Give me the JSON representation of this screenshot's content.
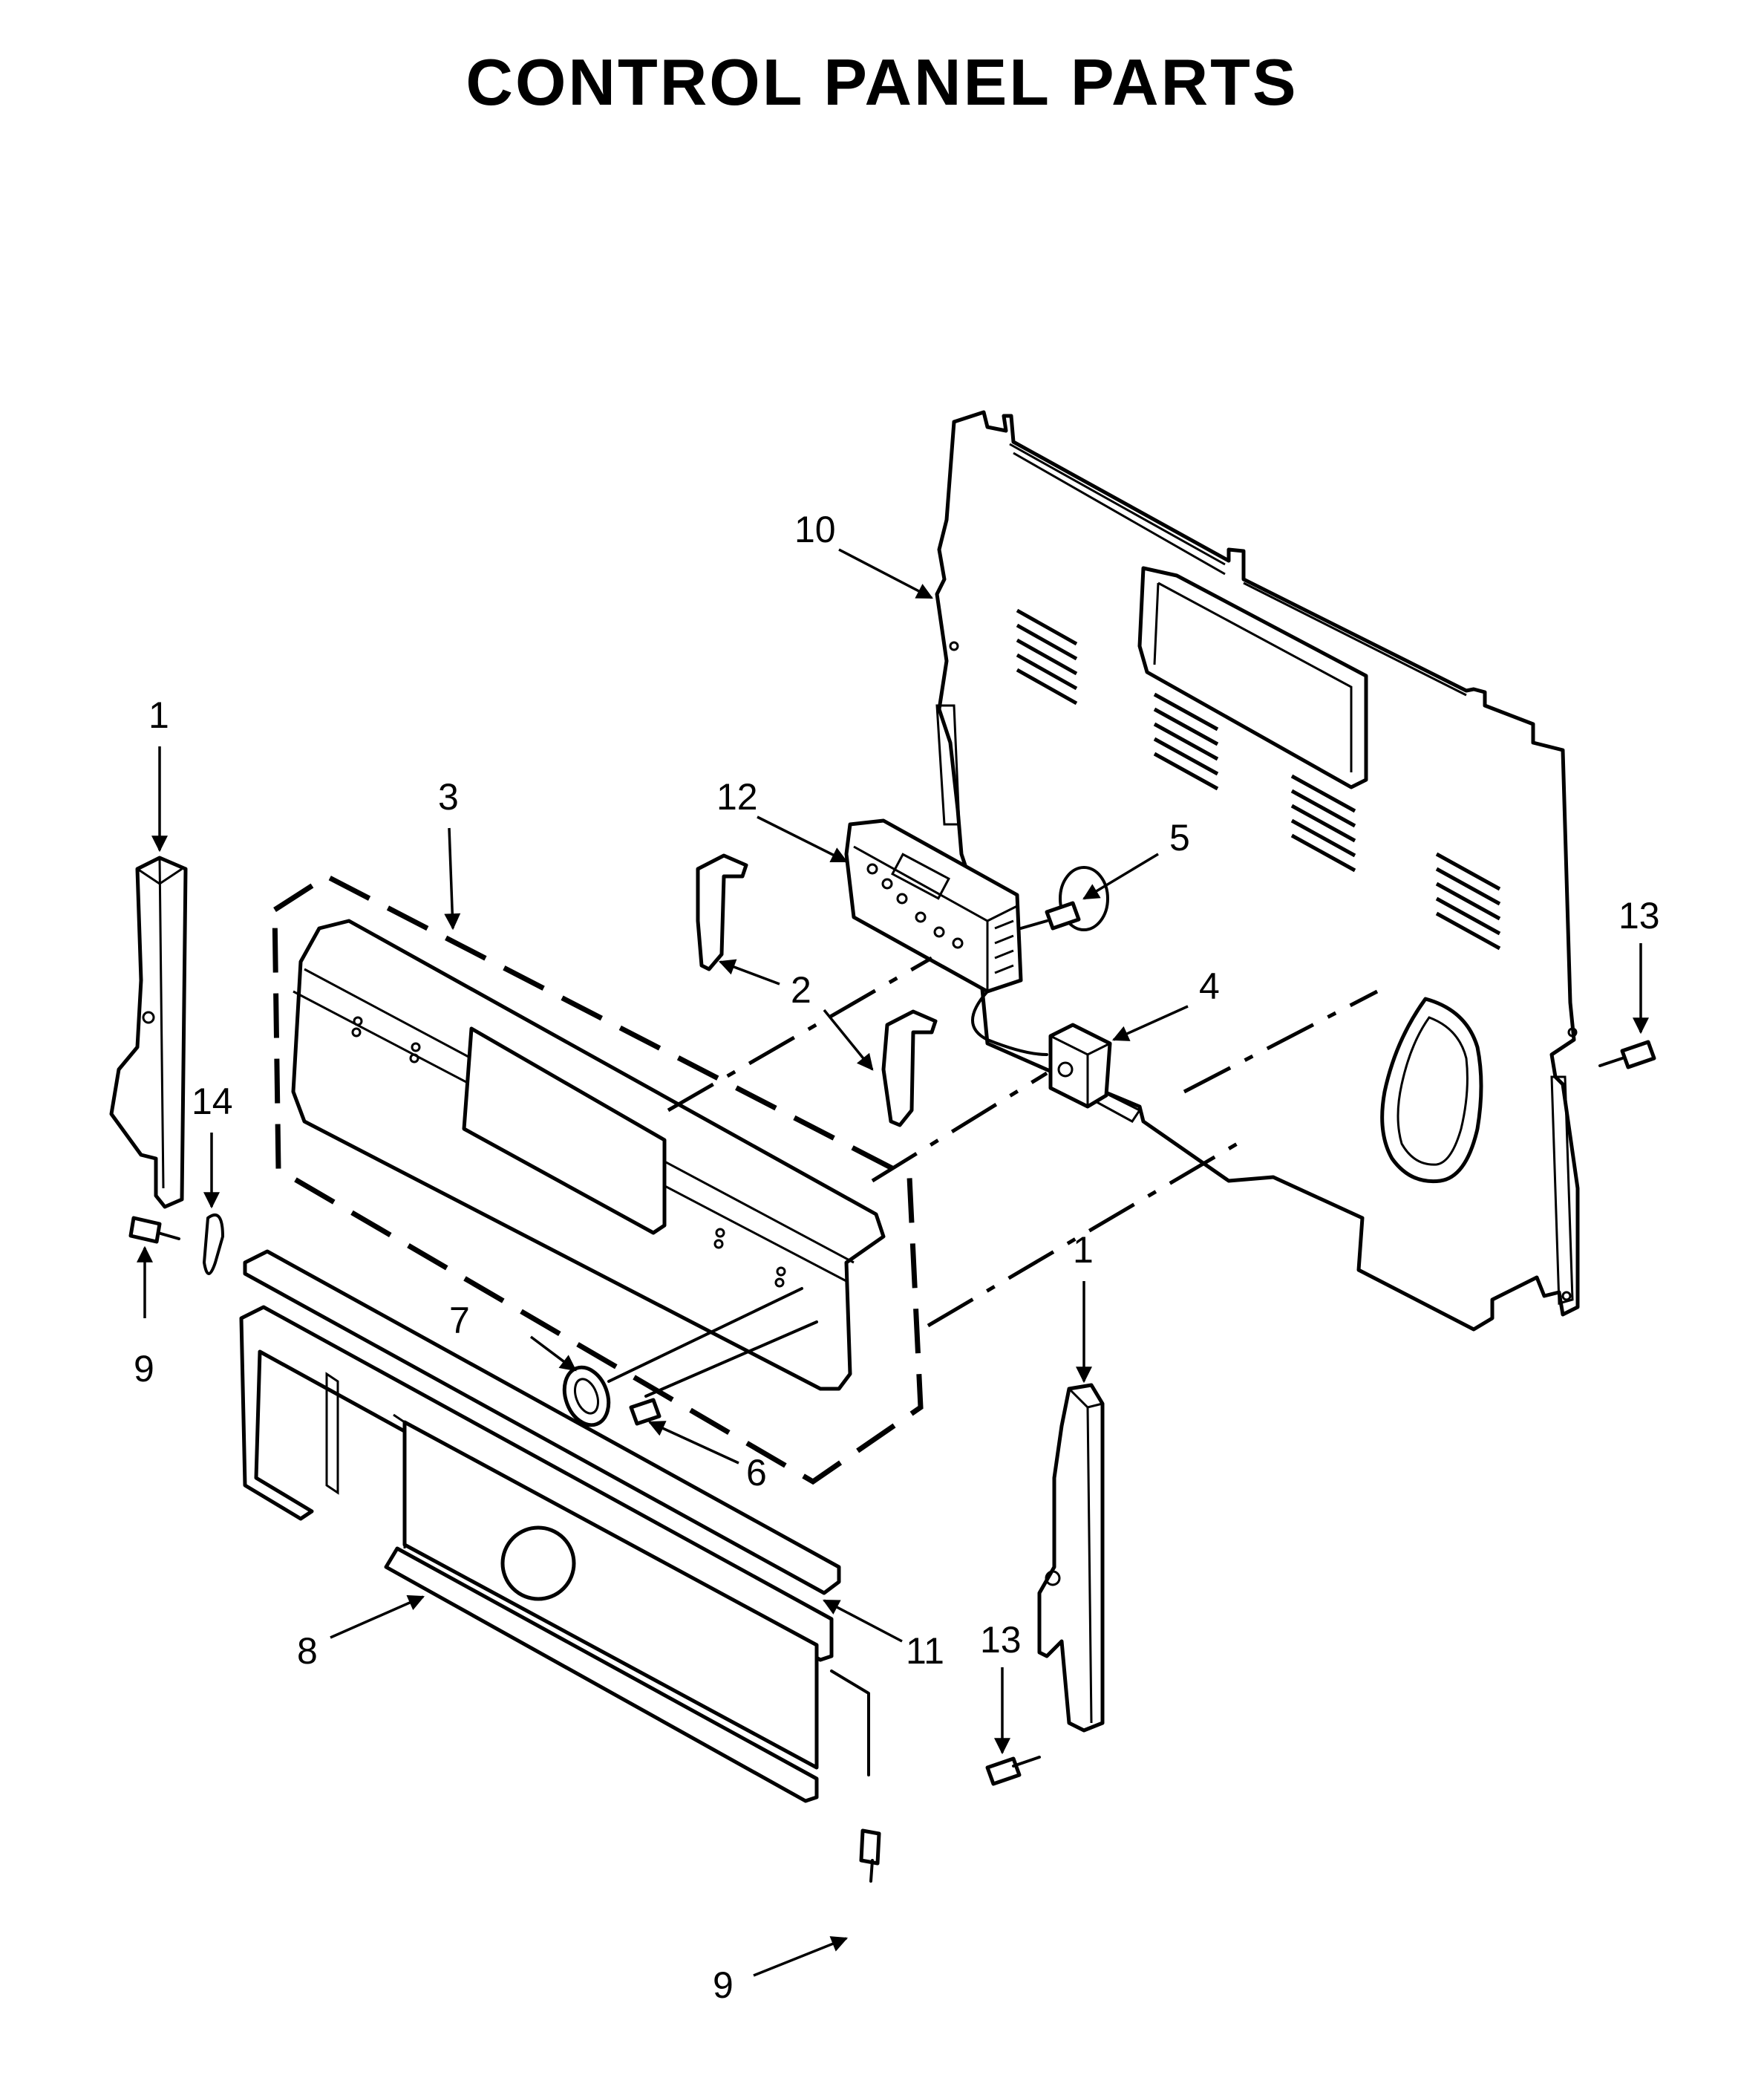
{
  "title": "CONTROL PANEL PARTS",
  "callouts": [
    {
      "id": "c1a",
      "label": "1"
    },
    {
      "id": "c1b",
      "label": "1"
    },
    {
      "id": "c2",
      "label": "2"
    },
    {
      "id": "c3",
      "label": "3"
    },
    {
      "id": "c4",
      "label": "4"
    },
    {
      "id": "c5",
      "label": "5"
    },
    {
      "id": "c6",
      "label": "6"
    },
    {
      "id": "c7",
      "label": "7"
    },
    {
      "id": "c8",
      "label": "8"
    },
    {
      "id": "c9a",
      "label": "9"
    },
    {
      "id": "c9b",
      "label": "9"
    },
    {
      "id": "c10",
      "label": "10"
    },
    {
      "id": "c11",
      "label": "11"
    },
    {
      "id": "c12",
      "label": "12"
    },
    {
      "id": "c13a",
      "label": "13"
    },
    {
      "id": "c13b",
      "label": "13"
    },
    {
      "id": "c14",
      "label": "14"
    }
  ]
}
